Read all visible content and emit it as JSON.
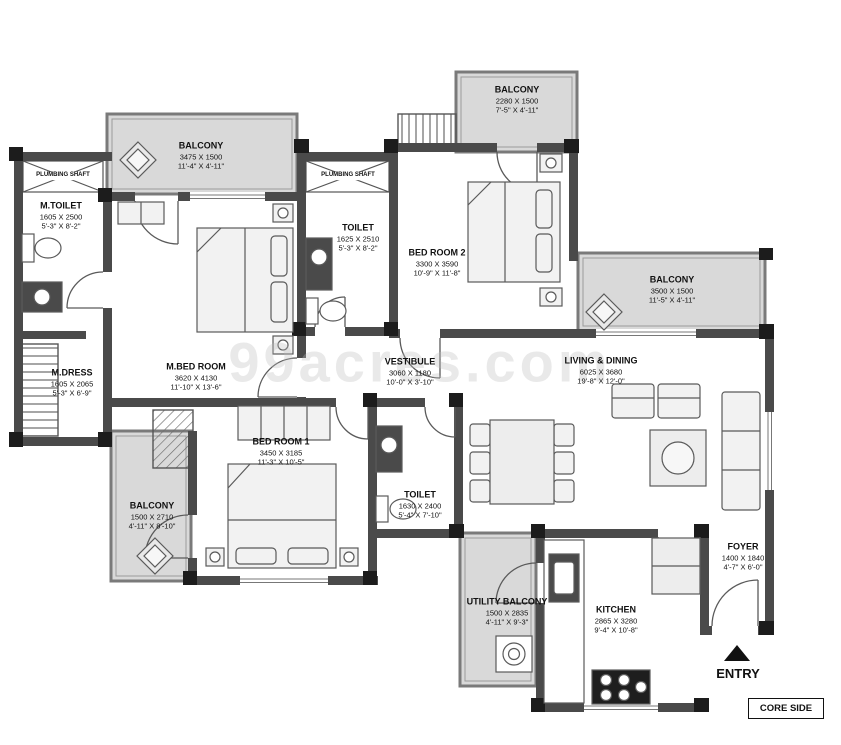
{
  "plan": {
    "watermark": "99acres.com",
    "entry": {
      "label": "ENTRY"
    },
    "core_side": {
      "label": "CORE SIDE"
    },
    "colors": {
      "wall": "#4a4a4a",
      "balcony_fill": "#d9d9d9",
      "fixture_dark": "#4a4a4a"
    },
    "rooms": {
      "balcony_top_left": {
        "name": "BALCONY",
        "size_mm": "3475 X 1500",
        "size_ft": "11'-4\" X 4'-11\""
      },
      "plumbing_shaft_left": {
        "name": "PLUMBING SHAFT"
      },
      "m_toilet": {
        "name": "M.TOILET",
        "size_mm": "1605 X 2500",
        "size_ft": "5'-3\" X 8'-2\""
      },
      "m_dress": {
        "name": "M.DRESS",
        "size_mm": "1605 X 2065",
        "size_ft": "5'-3\" X 6'-9\""
      },
      "m_bed_room": {
        "name": "M.BED ROOM",
        "size_mm": "3620 X 4130",
        "size_ft": "11'-10\" X 13'-6\""
      },
      "balcony_top_center": {
        "name": "BALCONY",
        "size_mm": "2280 X 1500",
        "size_ft": "7'-5\" X 4'-11\""
      },
      "plumbing_shaft_center": {
        "name": "PLUMBING SHAFT"
      },
      "toilet_center": {
        "name": "TOILET",
        "size_mm": "1625 X 2510",
        "size_ft": "5'-3\" X 8'-2\""
      },
      "bed_room_2": {
        "name": "BED ROOM 2",
        "size_mm": "3300 X 3590",
        "size_ft": "10'-9\" X 11'-8\""
      },
      "balcony_right": {
        "name": "BALCONY",
        "size_mm": "3500 X 1500",
        "size_ft": "11'-5\" X 4'-11\""
      },
      "vestibule": {
        "name": "VESTIBULE",
        "size_mm": "3060 X 1180",
        "size_ft": "10'-0\" X 3'-10\""
      },
      "living_dining": {
        "name": "LIVING & DINING",
        "size_mm": "6025 X 3680",
        "size_ft": "19'-8\" X 12'-0\""
      },
      "bed_room_1": {
        "name": "BED ROOM 1",
        "size_mm": "3450 X 3185",
        "size_ft": "11'-3\" X 10'-5\""
      },
      "balcony_left": {
        "name": "BALCONY",
        "size_mm": "1500 X 2710",
        "size_ft": "4'-11\" X 8'-10\""
      },
      "toilet_bottom": {
        "name": "TOILET",
        "size_mm": "1630 X 2400",
        "size_ft": "5'-4\" X 7'-10\""
      },
      "foyer": {
        "name": "FOYER",
        "size_mm": "1400 X 1840",
        "size_ft": "4'-7\" X 6'-0\""
      },
      "utility_balcony": {
        "name": "UTILITY BALCONY",
        "size_mm": "1500 X 2835",
        "size_ft": "4'-11\" X 9'-3\""
      },
      "kitchen": {
        "name": "KITCHEN",
        "size_mm": "2865 X 3280",
        "size_ft": "9'-4\" X 10'-8\""
      }
    }
  }
}
